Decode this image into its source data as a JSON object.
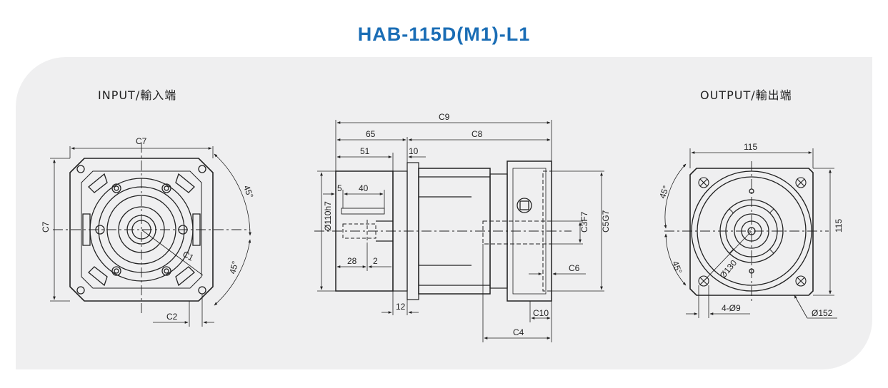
{
  "title": "HAB-115D(M1)-L1",
  "accent_color": "#1a6db5",
  "views": {
    "input": {
      "label": "INPUT/輸入端"
    },
    "output": {
      "label": "OUTPUT/輸出端"
    }
  },
  "dims": {
    "input": {
      "c7_top": "C7",
      "c7_left": "C7",
      "c1": "C1",
      "c2": "C2",
      "ang1": "45°",
      "ang2": "45°"
    },
    "side": {
      "c9": "C9",
      "d65": "65",
      "c8": "C8",
      "d51": "51",
      "d10": "10",
      "d5": "5",
      "d40": "40",
      "dia110": "Ø110h7",
      "d28": "28",
      "d2": "2",
      "d12": "12",
      "c3": "C3F7",
      "c5": "C5G7",
      "c6": "C6",
      "c10": "C10",
      "c4": "C4"
    },
    "output": {
      "w115": "115",
      "h115": "115",
      "ang1": "45°",
      "ang2": "45°",
      "dia130": "Ø130",
      "holes": "4-Ø9",
      "dia152": "Ø152"
    }
  }
}
